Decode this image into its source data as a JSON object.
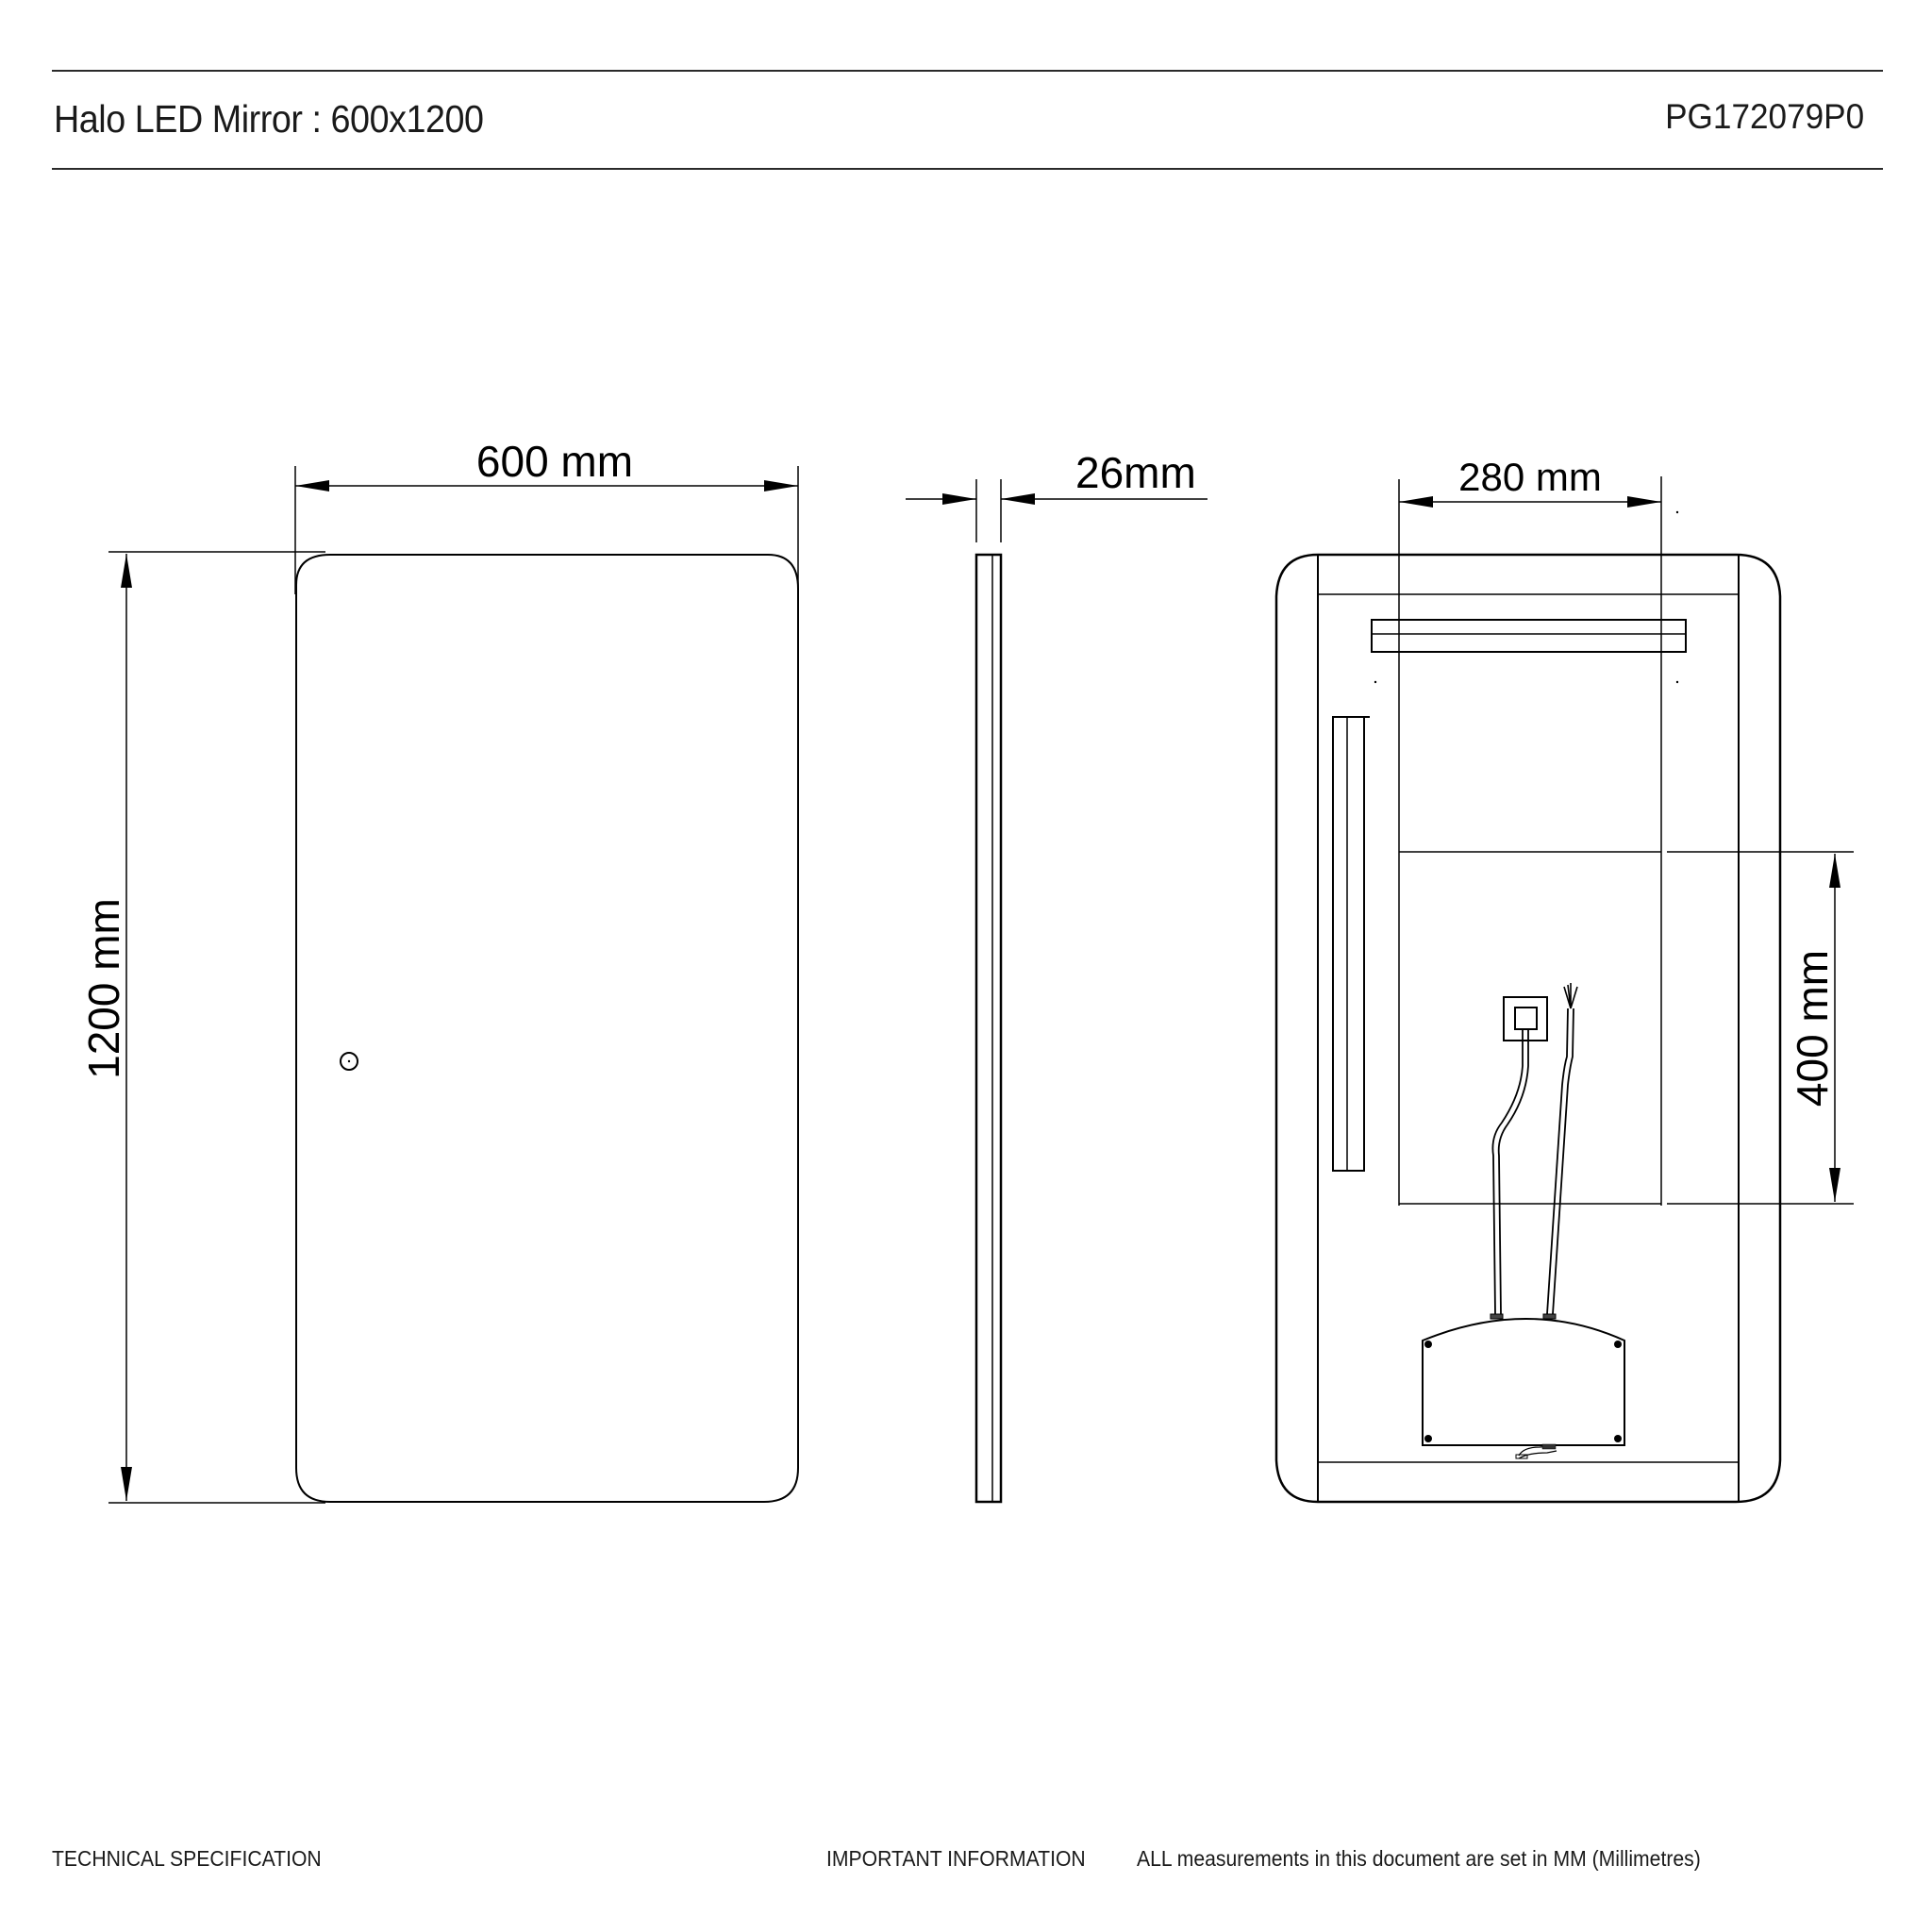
{
  "header": {
    "title": "Halo LED Mirror : 600x1200",
    "product_code": "PG172079P0"
  },
  "drawing": {
    "front_view": {
      "width_label": "600 mm",
      "height_label": "1200 mm",
      "features": [
        "touch-sensor"
      ]
    },
    "side_view": {
      "depth_label": "26mm"
    },
    "back_view": {
      "bracket_spacing_label": "280 mm",
      "panel_height_label": "400 mm",
      "features": [
        "top-hanging-bracket",
        "side-bracket",
        "switch-box",
        "power-cable",
        "led-driver"
      ]
    }
  },
  "footer": {
    "section_label": "TECHNICAL SPECIFICATION",
    "info_label": "IMPORTANT INFORMATION",
    "info_text": "ALL measurements in this document are set in MM (Millimetres)"
  },
  "colors": {
    "line": "#000000",
    "rule": "#2a2a2a",
    "background": "#ffffff"
  }
}
